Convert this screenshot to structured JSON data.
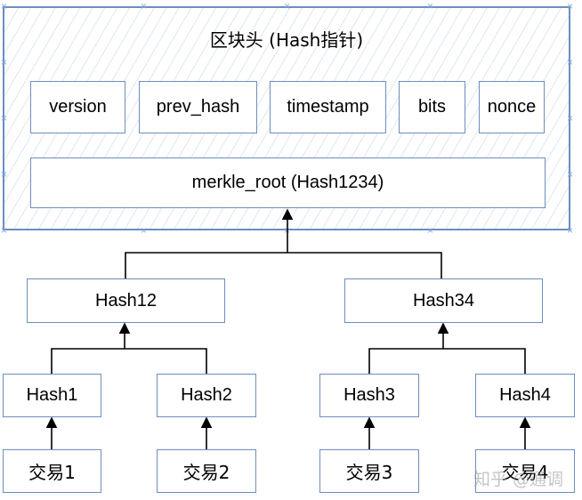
{
  "header": {
    "title": "区块头 (Hash指针)"
  },
  "header_fields": {
    "version": "version",
    "prev_hash": "prev_hash",
    "timestamp": "timestamp",
    "bits": "bits",
    "nonce": "nonce",
    "merkle_root": "merkle_root (Hash1234)"
  },
  "tree": {
    "level2": {
      "left": "Hash12",
      "right": "Hash34"
    },
    "leaves": [
      "Hash1",
      "Hash2",
      "Hash3",
      "Hash4"
    ],
    "transactions": [
      "交易1",
      "交易2",
      "交易3",
      "交易4"
    ]
  },
  "watermark": "知乎 @通调",
  "colors": {
    "box_border": "#6c8ebf",
    "hatch": "#dfe7f1",
    "arrow": "#000000"
  }
}
